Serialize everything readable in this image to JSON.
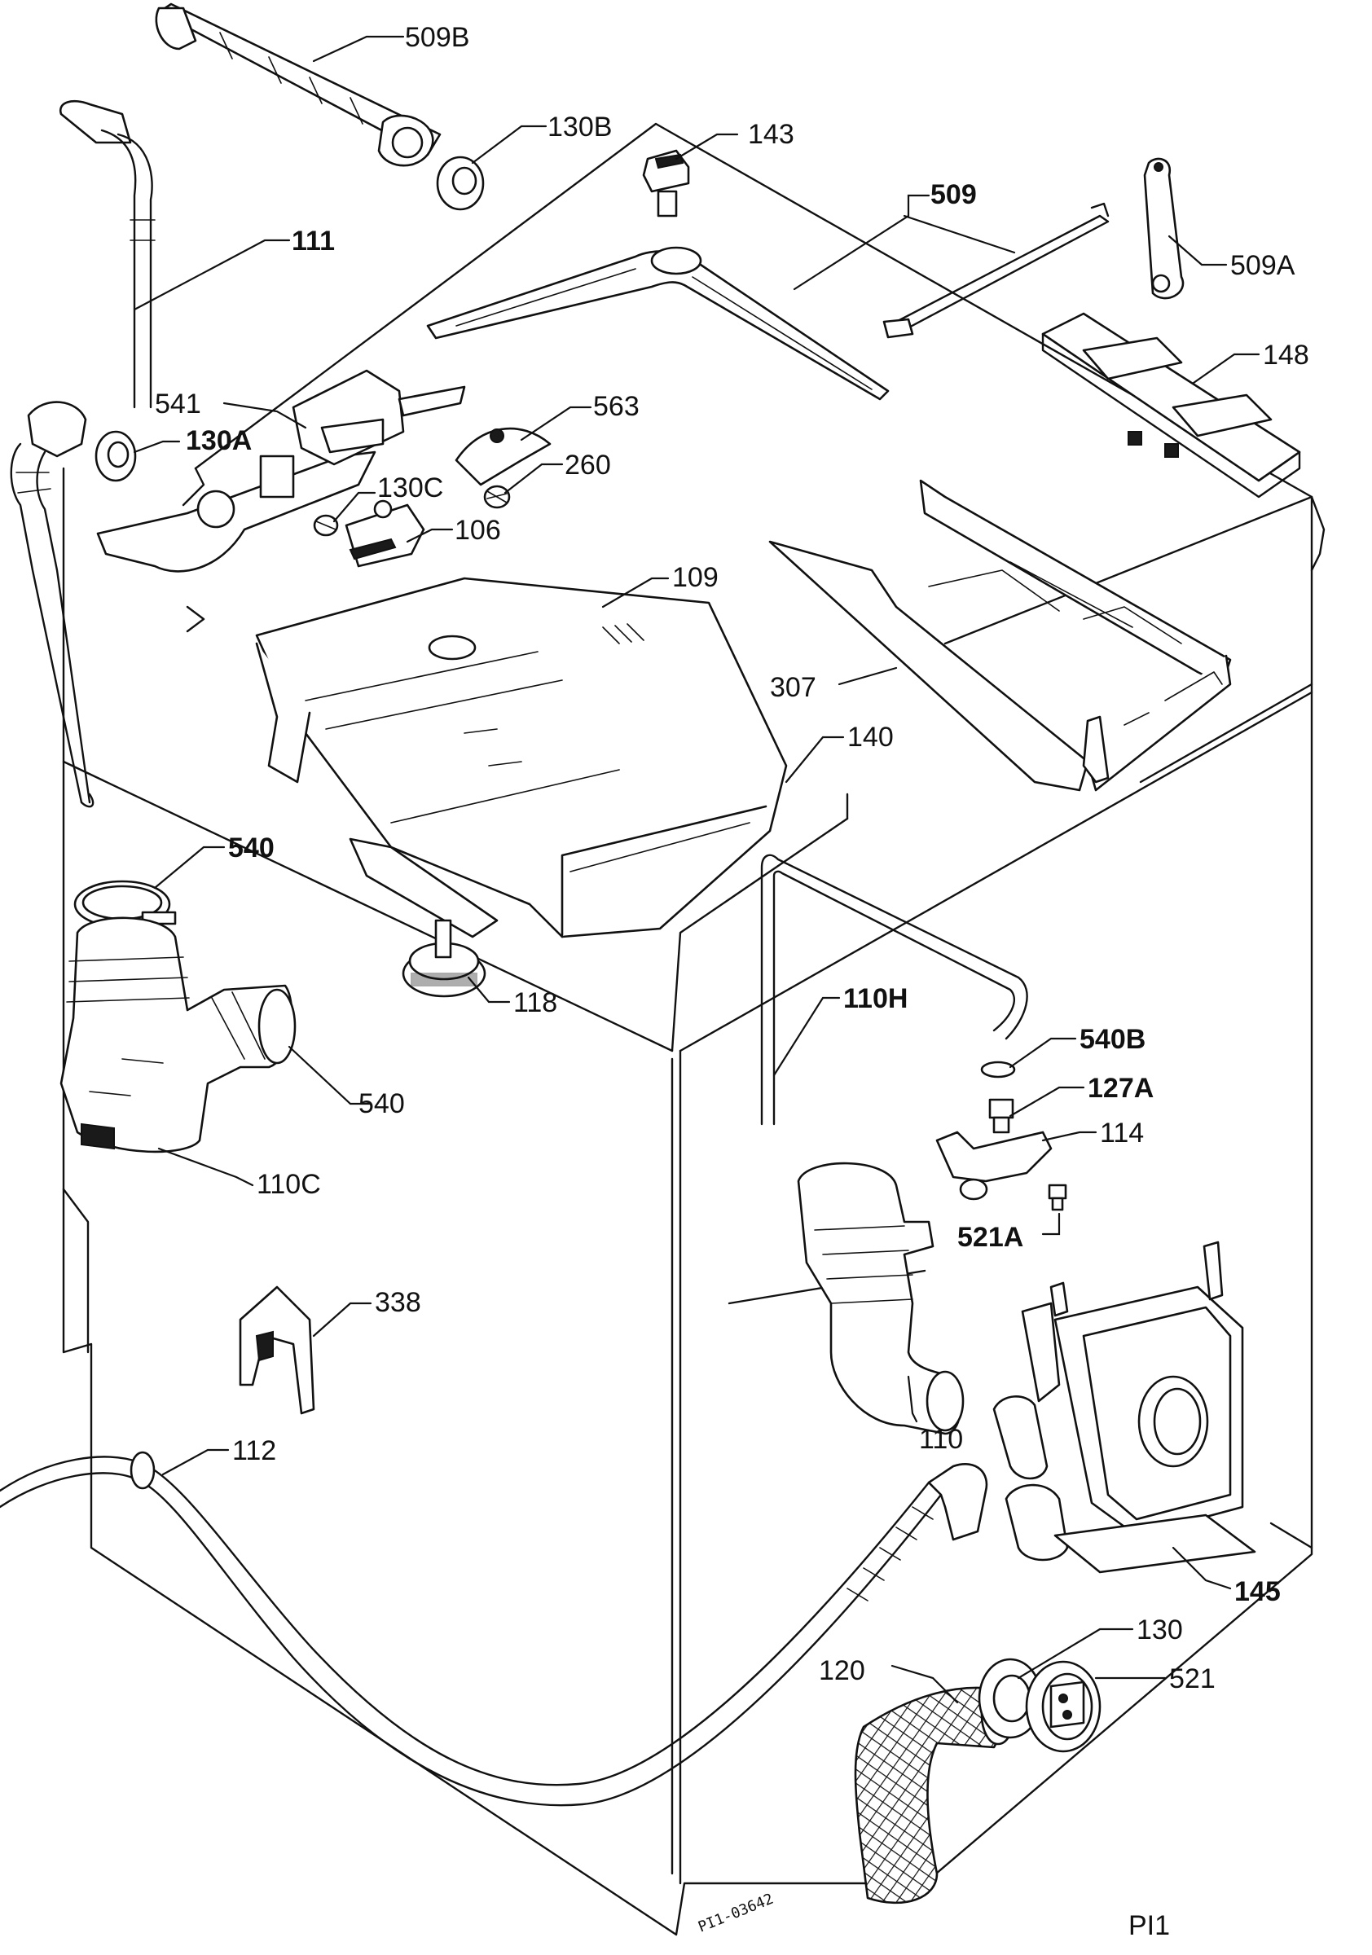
{
  "labels": {
    "l509b": "509B",
    "l130b": "130B",
    "l143": "143",
    "l509": "509",
    "l111": "111",
    "l509a": "509A",
    "l148": "148",
    "l541": "541",
    "l130a": "130A",
    "l563": "563",
    "l260": "260",
    "l130c": "130C",
    "l106": "106",
    "l109": "109",
    "l307": "307",
    "l140": "140",
    "l540a": "540",
    "l540b2": "540",
    "l118": "118",
    "l110h": "110H",
    "l540b": "540B",
    "l127a": "127A",
    "l114": "114",
    "l110c": "110C",
    "l521a": "521A",
    "l338": "338",
    "l110": "110",
    "l112": "112",
    "l145": "145",
    "l130": "130",
    "l120": "120",
    "l521": "521"
  },
  "drawing_code": "PI1-03642",
  "sheet_label": "PI1"
}
